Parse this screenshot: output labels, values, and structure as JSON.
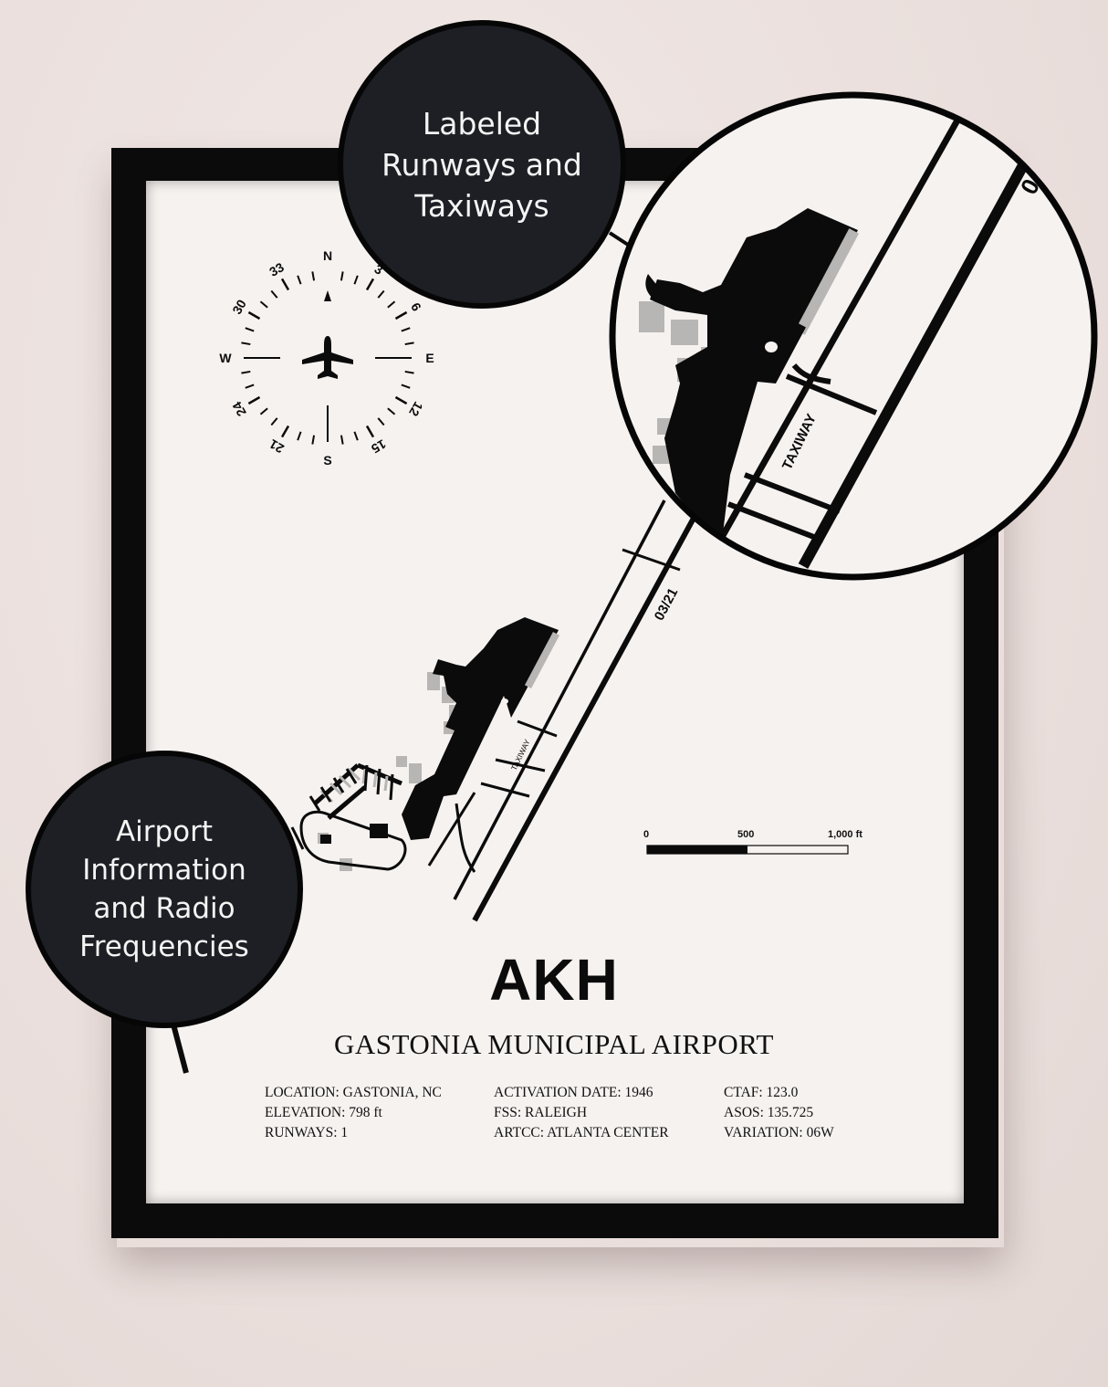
{
  "poster": {
    "airport_code": "AKH",
    "airport_name": "GASTONIA MUNICIPAL AIRPORT",
    "info_columns": [
      [
        "LOCATION: GASTONIA, NC",
        "ELEVATION: 798 ft",
        "RUNWAYS: 1"
      ],
      [
        "ACTIVATION DATE: 1946",
        "FSS: RALEIGH",
        "ARTCC: ATLANTA CENTER"
      ],
      [
        "CTAF: 123.0",
        "ASOS: 135.725",
        "VARIATION: 06W"
      ]
    ]
  },
  "map": {
    "runway_label": "03/21",
    "taxiway_label": "TAXIWAY",
    "scale_bar": {
      "labels": [
        "0",
        "500",
        "1,000 ft"
      ]
    }
  },
  "compass": {
    "labels": [
      "N",
      "3",
      "6",
      "E",
      "12",
      "15",
      "S",
      "21",
      "24",
      "W",
      "30",
      "33"
    ],
    "center_icon": "airplane-icon"
  },
  "callouts": {
    "top": "Labeled\nRunways and\nTaxiways",
    "left": "Airport\nInformation\nand Radio\nFrequencies"
  },
  "colors": {
    "wall": "#ede3e0",
    "frame": "#0b0b0b",
    "paper": "#f6f2f0",
    "callout_fill": "#1d1f24",
    "ink": "#0b0b0b",
    "shadow_gray": "#b8b6b4"
  }
}
